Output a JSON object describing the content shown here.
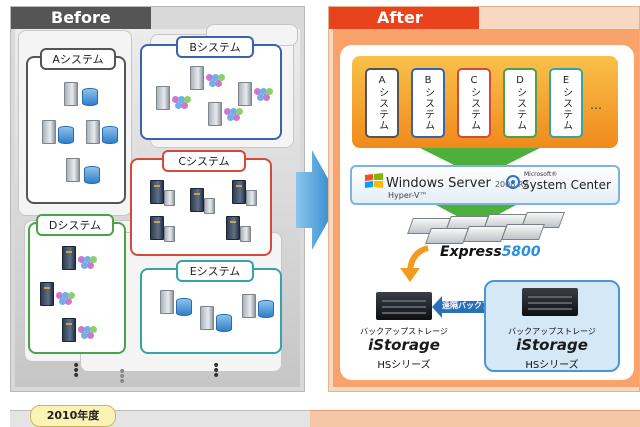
{
  "before": {
    "title": "Before",
    "systems": [
      {
        "label": "Aシステム"
      },
      {
        "label": "Bシステム"
      },
      {
        "label": "Cシステム"
      },
      {
        "label": "Dシステム"
      },
      {
        "label": "Eシステム"
      }
    ]
  },
  "after": {
    "title": "After",
    "vms": [
      "Aシステム",
      "Bシステム",
      "Cシステム",
      "Dシステム",
      "Eシステム"
    ],
    "vm_more": "…",
    "windows_server": "Windows Server",
    "windows_version": "2008 R2",
    "hyperv": "Hyper-V™",
    "microsoft": "Microsoft®",
    "system_center": "System Center",
    "express_prefix": "Express",
    "express_number": "5800",
    "remote_backup": "遠隔バックアップ",
    "storage_left": {
      "caption": "バックアップストレージ",
      "brand": "iStorage",
      "series": "HSシリーズ"
    },
    "storage_right": {
      "caption": "バックアップストレージ",
      "brand": "iStorage",
      "series": "HSシリーズ"
    }
  },
  "footer": {
    "year": "2010年度"
  },
  "colors": {
    "before_tab": "#555555",
    "after_tab": "#e8431c",
    "system_a": "#555555",
    "system_b": "#3a63ad",
    "system_c": "#d24a3a",
    "system_d": "#4aa24a",
    "system_e": "#35a3a8",
    "arrow": "#2f8fd0",
    "funnel_green": "#4daf3c"
  }
}
